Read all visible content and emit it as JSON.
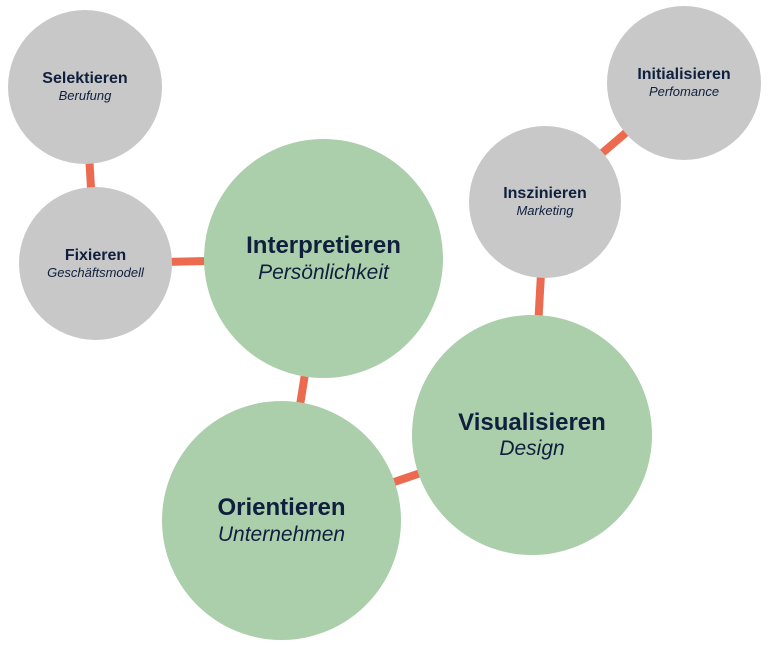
{
  "colors": {
    "connector": "#ec6a4f",
    "gray_node": "#c8c8c8",
    "green_node": "#abcfab",
    "text": "#0f1f3d"
  },
  "nodes": {
    "selektieren": {
      "title": "Selektieren",
      "subtitle": "Berufung"
    },
    "fixieren": {
      "title": "Fixieren",
      "subtitle": "Geschäftsmodell"
    },
    "interpretieren": {
      "title": "Interpretieren",
      "subtitle": "Persönlichkeit"
    },
    "orientieren": {
      "title": "Orientieren",
      "subtitle": "Unternehmen"
    },
    "visualisieren": {
      "title": "Visualisieren",
      "subtitle": "Design"
    },
    "inszinieren": {
      "title": "Inszinieren",
      "subtitle": "Marketing"
    },
    "initialisieren": {
      "title": "Initialisieren",
      "subtitle": "Perfomance"
    }
  },
  "connections": [
    [
      "selektieren",
      "fixieren"
    ],
    [
      "fixieren",
      "interpretieren"
    ],
    [
      "interpretieren",
      "orientieren"
    ],
    [
      "orientieren",
      "visualisieren"
    ],
    [
      "visualisieren",
      "inszinieren"
    ],
    [
      "inszinieren",
      "initialisieren"
    ]
  ]
}
